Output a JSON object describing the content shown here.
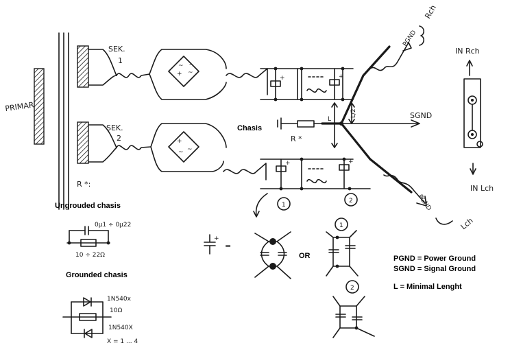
{
  "texts": {
    "primar": "PRIMAR",
    "sek1": "SEK. 1",
    "sek1_a": "SEK.",
    "sek1_b": "1",
    "sek2_a": "SEK.",
    "sek2_b": "2",
    "rstar": "R *:",
    "chasis": "Chasis",
    "rstar_inline": "R *",
    "l_half": "L/2",
    "l_mark": "L",
    "sgnd": "SGND",
    "pgnd_top": "PGND",
    "rch": "Rch",
    "pgnd_bottom": "PGND",
    "lch": "Lch",
    "in_rch": "IN Rch",
    "in_lch": "IN Lch",
    "circle1": "1",
    "circle2": "2",
    "ungrounded": "Ungrouded chasis",
    "cap_values": "0μ1 ÷ 0μ22",
    "res_values": "10 ÷ 22Ω",
    "grounded": "Grounded chasis",
    "diode1": "1N540x",
    "res10": "10Ω",
    "diode2": "1N540X",
    "xrange": "X = 1 ... 4",
    "or": "OR",
    "eq": "=",
    "legend_pgnd": "PGND = Power Ground",
    "legend_sgnd": "SGND = Signal Ground",
    "legend_l": "L = Minimal Lenght"
  }
}
